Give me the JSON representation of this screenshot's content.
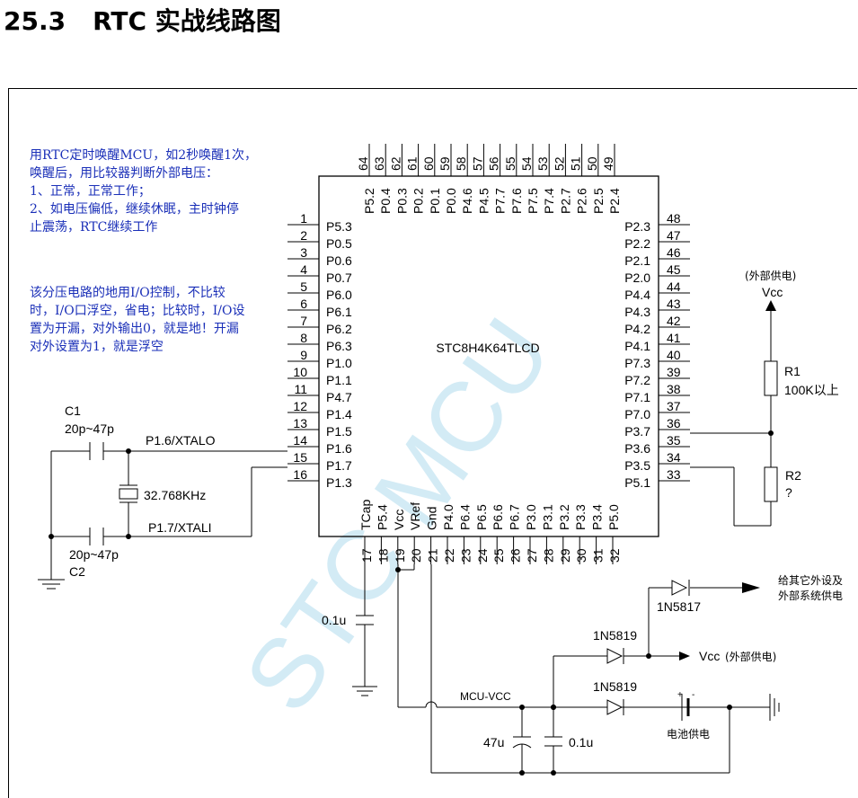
{
  "section": {
    "number": "25.3",
    "title": "RTC 实战线路图"
  },
  "notes": {
    "wakeup": [
      "用RTC定时唤醒MCU，如2秒唤醒1次，",
      "唤醒后，用比较器判断外部电压：",
      "1、正常，正常工作；",
      "2、如电压偏低，继续休眠，主时钟停",
      "止震荡，RTC继续工作"
    ],
    "divider": [
      "该分压电路的地用I/O控制，不比较",
      "时，I/O口浮空，省电；比较时，I/O设",
      "置为开漏，对外输出0，就是地！开漏",
      "对外设置为1，就是浮空"
    ]
  },
  "chip": {
    "name": "STC8H4K64TLCD"
  },
  "pins": {
    "left": [
      {
        "num": "1",
        "name": "P5.3"
      },
      {
        "num": "2",
        "name": "P0.5"
      },
      {
        "num": "3",
        "name": "P0.6"
      },
      {
        "num": "4",
        "name": "P0.7"
      },
      {
        "num": "5",
        "name": "P6.0"
      },
      {
        "num": "6",
        "name": "P6.1"
      },
      {
        "num": "7",
        "name": "P6.2"
      },
      {
        "num": "8",
        "name": "P6.3"
      },
      {
        "num": "9",
        "name": "P1.0"
      },
      {
        "num": "10",
        "name": "P1.1"
      },
      {
        "num": "11",
        "name": "P4.7"
      },
      {
        "num": "12",
        "name": "P1.4"
      },
      {
        "num": "13",
        "name": "P1.5"
      },
      {
        "num": "14",
        "name": "P1.6"
      },
      {
        "num": "15",
        "name": "P1.7"
      },
      {
        "num": "16",
        "name": "P1.3"
      }
    ],
    "right": [
      {
        "num": "48",
        "name": "P2.3"
      },
      {
        "num": "47",
        "name": "P2.2"
      },
      {
        "num": "46",
        "name": "P2.1"
      },
      {
        "num": "45",
        "name": "P2.0"
      },
      {
        "num": "44",
        "name": "P4.4"
      },
      {
        "num": "43",
        "name": "P4.3"
      },
      {
        "num": "42",
        "name": "P4.2"
      },
      {
        "num": "41",
        "name": "P4.1"
      },
      {
        "num": "40",
        "name": "P7.3"
      },
      {
        "num": "39",
        "name": "P7.2"
      },
      {
        "num": "38",
        "name": "P7.1"
      },
      {
        "num": "37",
        "name": "P7.0"
      },
      {
        "num": "36",
        "name": "P3.7"
      },
      {
        "num": "35",
        "name": "P3.6"
      },
      {
        "num": "34",
        "name": "P3.5"
      },
      {
        "num": "33",
        "name": "P5.1"
      }
    ],
    "top": [
      {
        "num": "64",
        "name": "P5.2"
      },
      {
        "num": "63",
        "name": "P0.4"
      },
      {
        "num": "62",
        "name": "P0.3"
      },
      {
        "num": "61",
        "name": "P0.2"
      },
      {
        "num": "60",
        "name": "P0.1"
      },
      {
        "num": "59",
        "name": "P0.0"
      },
      {
        "num": "58",
        "name": "P4.6"
      },
      {
        "num": "57",
        "name": "P4.5"
      },
      {
        "num": "56",
        "name": "P7.7"
      },
      {
        "num": "55",
        "name": "P7.6"
      },
      {
        "num": "54",
        "name": "P7.5"
      },
      {
        "num": "53",
        "name": "P7.4"
      },
      {
        "num": "52",
        "name": "P2.7"
      },
      {
        "num": "51",
        "name": "P2.6"
      },
      {
        "num": "50",
        "name": "P2.5"
      },
      {
        "num": "49",
        "name": "P2.4"
      }
    ],
    "bottom": [
      {
        "num": "17",
        "name": "TCap"
      },
      {
        "num": "18",
        "name": "P5.4"
      },
      {
        "num": "19",
        "name": "Vcc"
      },
      {
        "num": "20",
        "name": "VRef"
      },
      {
        "num": "21",
        "name": "Gnd"
      },
      {
        "num": "22",
        "name": "P4.0"
      },
      {
        "num": "23",
        "name": "P6.4"
      },
      {
        "num": "24",
        "name": "P6.5"
      },
      {
        "num": "25",
        "name": "P6.6"
      },
      {
        "num": "26",
        "name": "P6.7"
      },
      {
        "num": "27",
        "name": "P3.0"
      },
      {
        "num": "28",
        "name": "P3.1"
      },
      {
        "num": "29",
        "name": "P3.2"
      },
      {
        "num": "30",
        "name": "P3.3"
      },
      {
        "num": "31",
        "name": "P3.4"
      },
      {
        "num": "32",
        "name": "P5.0"
      }
    ]
  },
  "components": {
    "c1": {
      "ref": "C1",
      "value": "20p~47p"
    },
    "c2": {
      "ref": "C2",
      "value": "20p~47p"
    },
    "crystal": {
      "value": "32.768KHz"
    },
    "xtalo": "P1.6/XTALO",
    "xtali": "P1.7/XTALI",
    "tcap_cap": "0.1u",
    "r1": {
      "ref": "R1",
      "value": "100K以上"
    },
    "r2": {
      "ref": "R2",
      "value": "?"
    },
    "ext_supply": "(外部供电)",
    "vcc": "Vcc",
    "d_1n5817": "1N5817",
    "d_1n5819_a": "1N5819",
    "d_1n5819_b": "1N5819",
    "supply_other": [
      "给其它外设及",
      "外部系统供电"
    ],
    "vcc_out": "Vcc",
    "vcc_out_note": "(外部供电)",
    "mcu_vcc": "MCU-VCC",
    "c_47u": "47u",
    "c_01u": "0.1u",
    "battery": "电池供电",
    "battery_plus": "+",
    "battery_minus": "-"
  },
  "watermark": "STC MCU"
}
